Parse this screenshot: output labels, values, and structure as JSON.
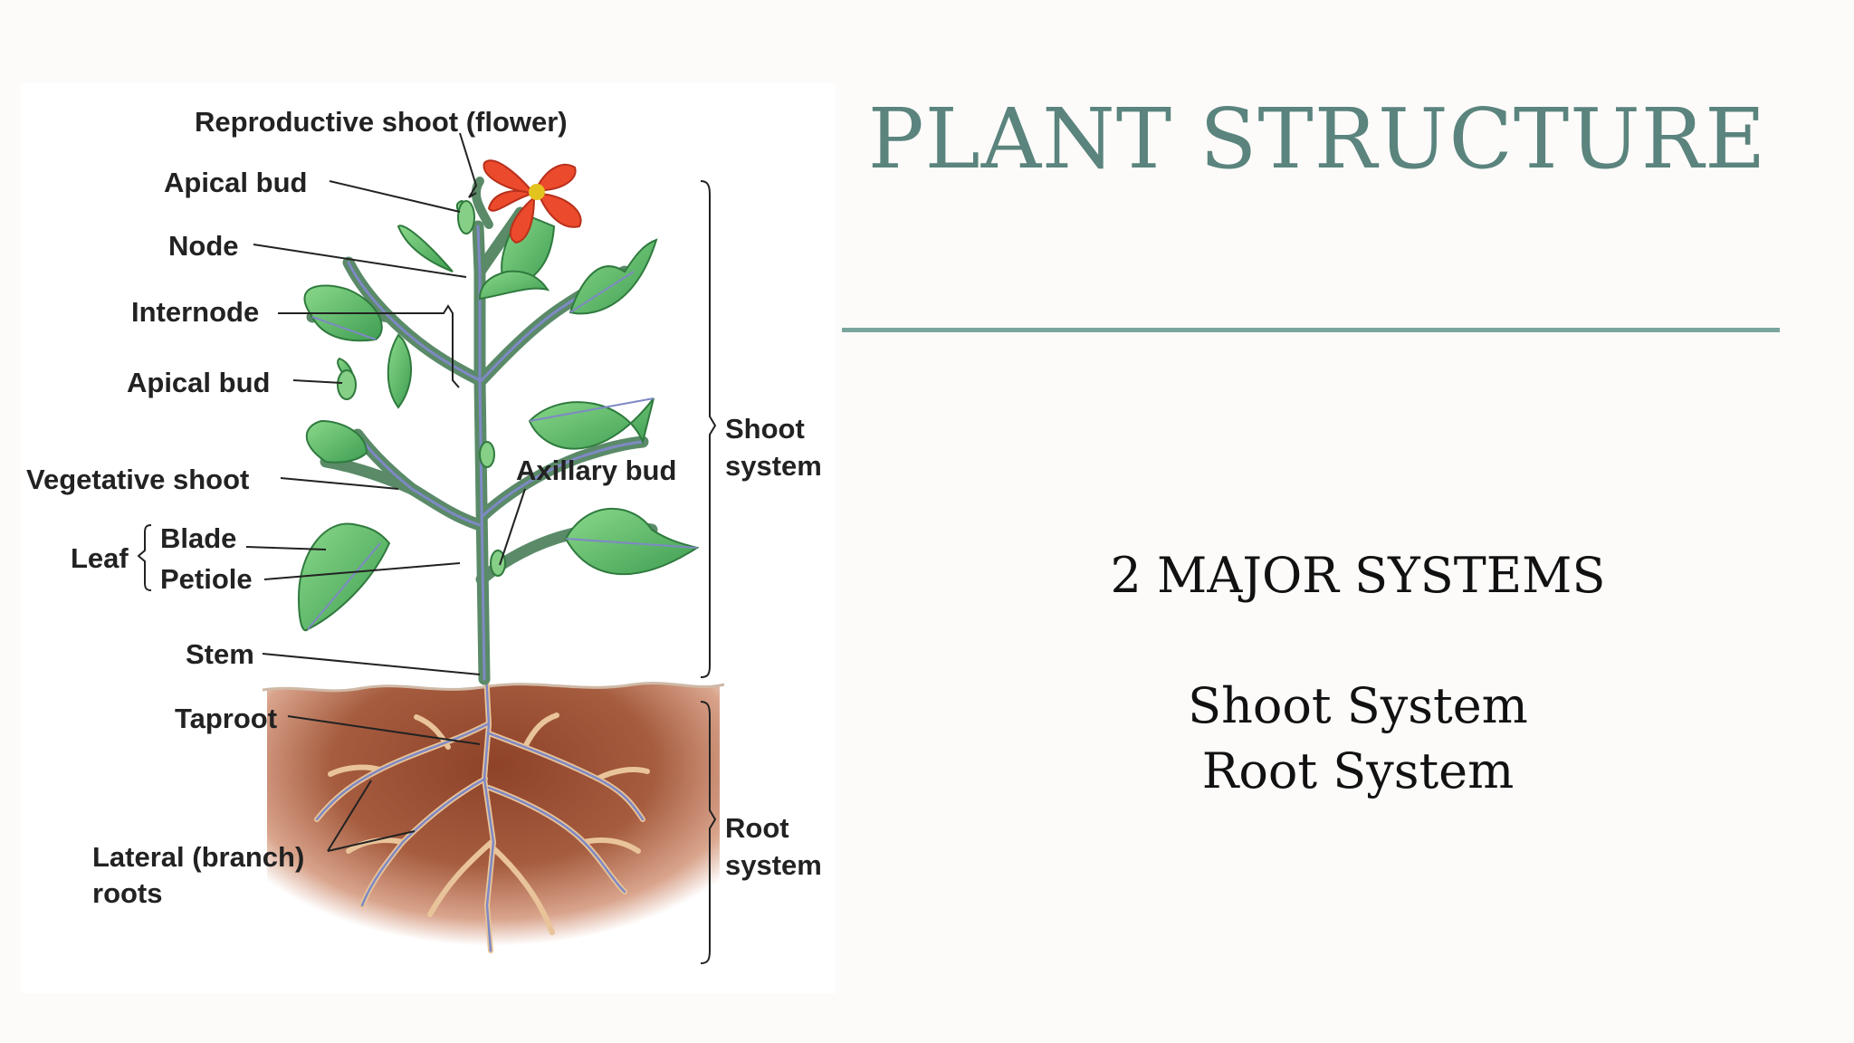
{
  "slide": {
    "title": "PLANT STRUCTURE",
    "subtitle": "2 MAJOR SYSTEMS",
    "systems": [
      "Shoot System",
      "Root System"
    ]
  },
  "diagram": {
    "labels": {
      "reproductive_shoot": "Reproductive shoot (flower)",
      "apical_bud_top": "Apical bud",
      "node": "Node",
      "internode": "Internode",
      "apical_bud_side": "Apical bud",
      "vegetative_shoot": "Vegetative shoot",
      "axillary_bud": "Axillary bud",
      "leaf": "Leaf",
      "blade": "Blade",
      "petiole": "Petiole",
      "stem": "Stem",
      "taproot": "Taproot",
      "lateral_roots_line1": "Lateral (branch)",
      "lateral_roots_line2": "roots",
      "shoot_system_line1": "Shoot",
      "shoot_system_line2": "system",
      "root_system_line1": "Root",
      "root_system_line2": "system"
    }
  },
  "colors": {
    "title": "#5a847d",
    "rule": "#7aa59d",
    "leaf": "#6cc46c",
    "stem": "#5a8a68",
    "flower": "#ec4a2c",
    "soil": "#a0583c",
    "root": "#e9c49a"
  }
}
